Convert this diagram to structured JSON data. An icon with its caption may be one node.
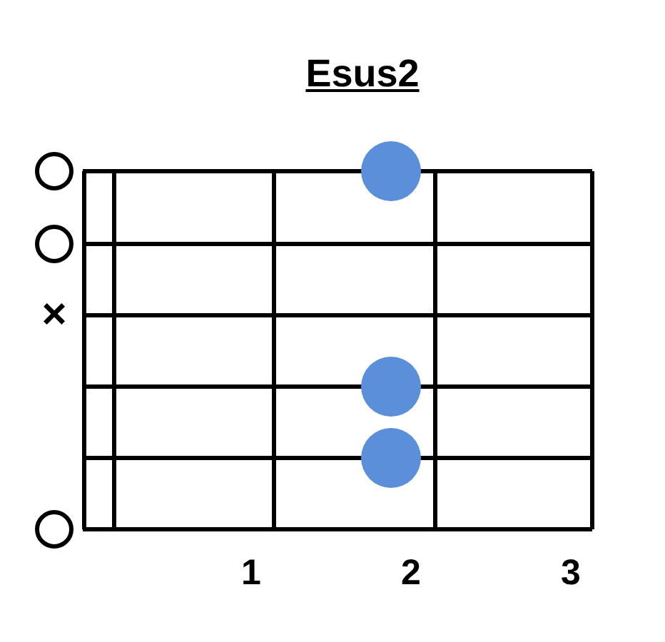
{
  "diagram": {
    "title": "Esus2",
    "labels": [
      "×",
      "1",
      "2",
      "3"
    ]
  }
}
